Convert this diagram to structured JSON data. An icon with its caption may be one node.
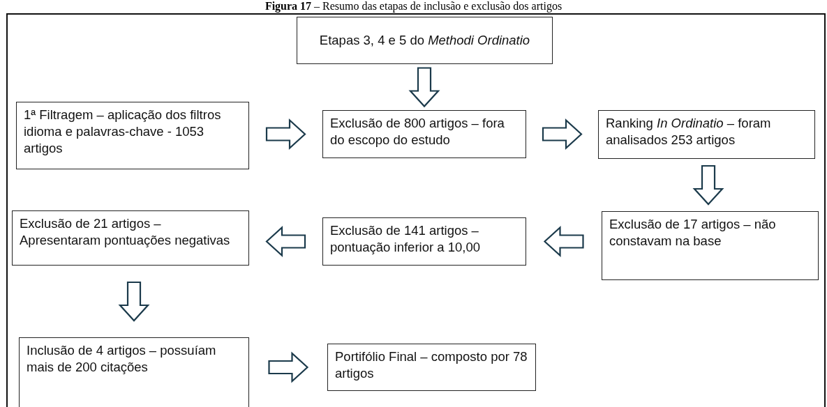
{
  "diagram": {
    "title": "**Figura 17** – Resumo das etapas de inclusão e exclusão dos artigos",
    "nodes": [
      {
        "text": [
          "Etapas 3, 4 e 5 do *Methodi Ordinatio*"
        ]
      },
      {
        "text": [
          "1ª Filtragem – aplicação dos filtros idioma e palavras-chave - 1053 artigos"
        ]
      },
      {
        "text": [
          "Exclusão de 800 artigos – fora do escopo do estudo"
        ]
      },
      {
        "text": [
          "Ranking *In Ordinatio* – foram analisados 253 artigos"
        ]
      },
      {
        "text": [
          "Exclusão de 21 artigos – Apresentaram pontuações negativas"
        ]
      },
      {
        "text": [
          "Exclusão de 141 artigos – pontuação inferior a 10,00"
        ]
      },
      {
        "text": [
          "Exclusão de 17 artigos – não constavam na base"
        ]
      },
      {
        "text": [
          "Inclusão de 4 artigos – possuíam mais de 200 citações"
        ]
      },
      {
        "text": [
          "Portifólio Final – composto por 78 artigos"
        ]
      }
    ],
    "edges": [
      {
        "from": 0,
        "to": 2,
        "arrow": "to"
      },
      {
        "from": 1,
        "to": 2,
        "arrow": "to"
      },
      {
        "from": 2,
        "to": 3,
        "arrow": "to"
      },
      {
        "from": 3,
        "to": 6,
        "arrow": "to"
      },
      {
        "from": 6,
        "to": 5,
        "arrow": "to"
      },
      {
        "from": 5,
        "to": 4,
        "arrow": "to"
      },
      {
        "from": 4,
        "to": 7,
        "arrow": "to"
      },
      {
        "from": 7,
        "to": 8,
        "arrow": "to"
      }
    ]
  }
}
